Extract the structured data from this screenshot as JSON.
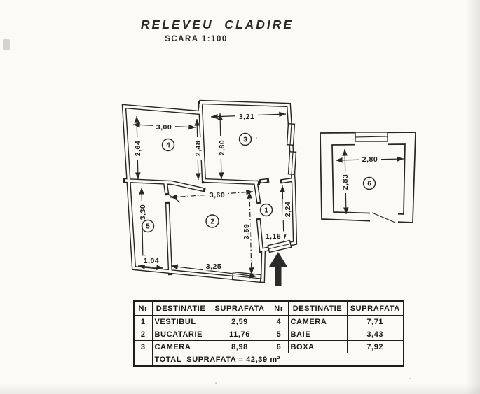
{
  "document": {
    "title": "RELEVEU  CLADIRE",
    "subtitle": "SCARA 1:100"
  },
  "plan": {
    "room_numbers": {
      "r1": "1",
      "r2": "2",
      "r3": "3",
      "r4": "4",
      "r5": "5",
      "r6": "6"
    },
    "dims": {
      "room4_width": "3,00",
      "room4_height_left": "2,64",
      "room4_height_right": "2,48",
      "room3_width": "3,21",
      "room3_height": "2,80",
      "room5_height": "3,30",
      "room5_width": "1,04",
      "room2_width_top": "3,60",
      "room2_width_bottom": "3,25",
      "room2_height": "3,59",
      "room1_height": "2,24",
      "room1_width": "1,16",
      "room6_width": "2,80",
      "room6_height": "2,83"
    }
  },
  "table": {
    "headers": [
      "Nr",
      "DESTINATIE",
      "SUPRAFATA",
      "Nr",
      "DESTINATIE",
      "SUPRAFATA"
    ],
    "rows": [
      [
        "1",
        "VESTIBUL",
        "2,59",
        "4",
        "CAMERA",
        "7,71"
      ],
      [
        "2",
        "BUCATARIE",
        "11,76",
        "5",
        "BAIE",
        "3,43"
      ],
      [
        "3",
        "CAMERA",
        "8,98",
        "6",
        "BOXA",
        "7,92"
      ]
    ],
    "total": "TOTAL  SUPRAFATA = 42,39 m²"
  },
  "colors": {
    "ink": "#262626",
    "paper": "#fbfaf6"
  }
}
